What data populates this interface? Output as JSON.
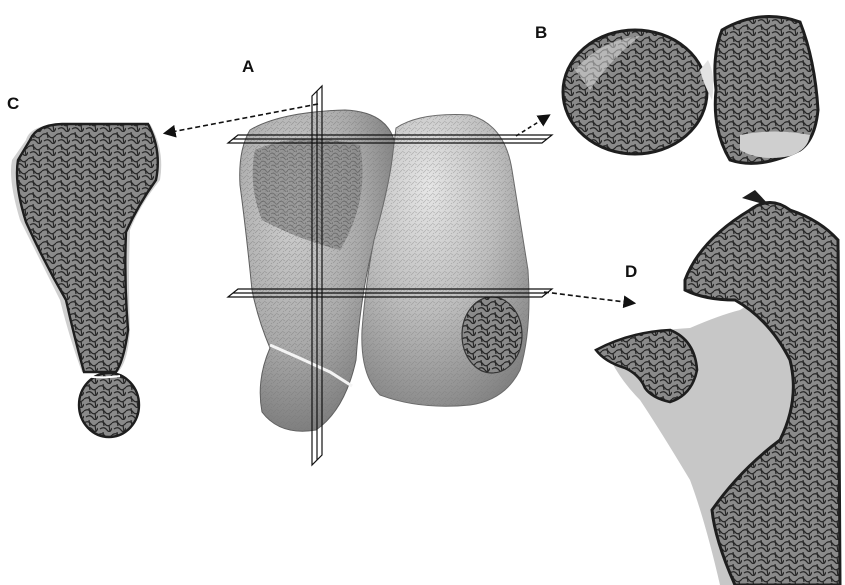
{
  "panels": {
    "a": {
      "label": "A"
    },
    "b": {
      "label": "B"
    },
    "c": {
      "label": "C"
    },
    "d": {
      "label": "D"
    }
  },
  "colors": {
    "bone_surface": "#bdbdbd",
    "bone_surface_dark": "#8c8c8c",
    "trabecular_fill": "#8a8a8a",
    "trabecular_strut": "#2a2a2a",
    "cortex": "#1e1e1e",
    "soft_tissue": "#c9c9c9",
    "arrow": "#111111"
  }
}
